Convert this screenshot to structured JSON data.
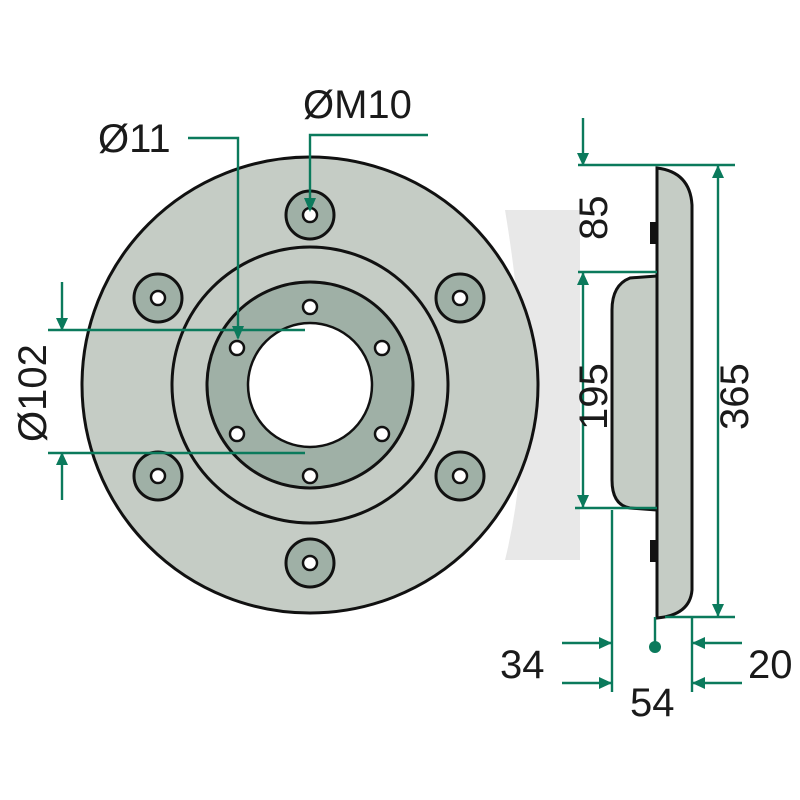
{
  "labels": {
    "bolt_thread": "ØM10",
    "hole_diameter": "Ø11",
    "pitch_diameter": "Ø102",
    "rim_offset": "85",
    "hub_height": "195",
    "total_diameter": "365",
    "hub_depth": "34",
    "total_depth": "54",
    "plate_thickness": "20"
  },
  "icons": {
    "watermark": "brand-watermark-icon"
  },
  "colors": {
    "dimension": "#0b7a5c",
    "disc": "#c5ccc5",
    "hub_ring": "#9fb0a6"
  }
}
